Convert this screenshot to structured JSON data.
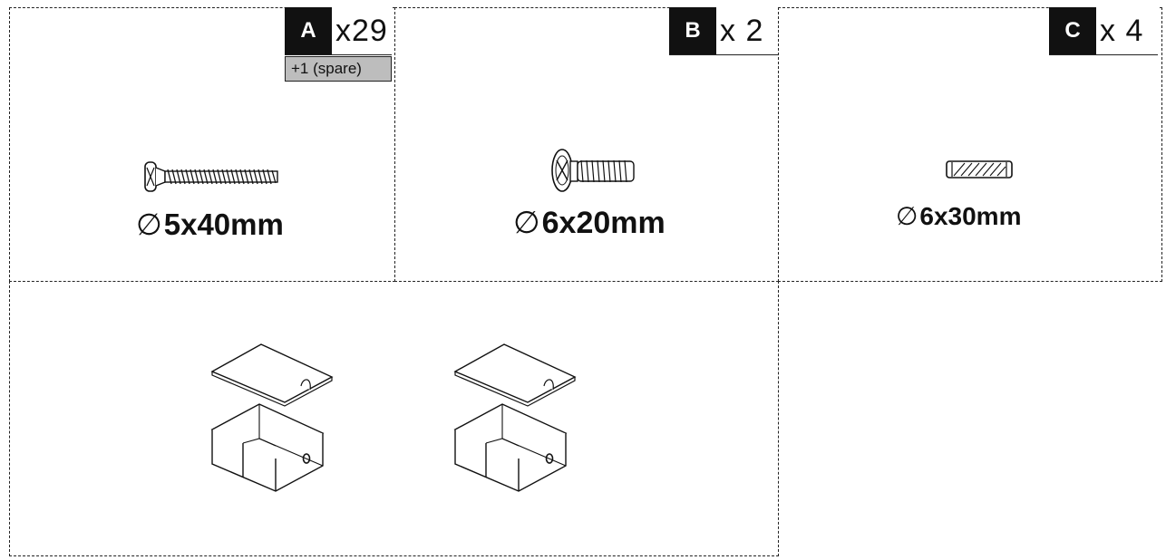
{
  "parts": [
    {
      "letter": "A",
      "quantity": "x29",
      "spare": "+1  (spare)",
      "size": "5x40mm",
      "icon": "flat-head-screw-icon"
    },
    {
      "letter": "B",
      "quantity": "x 2",
      "size": "6x20mm",
      "icon": "pan-head-screw-icon"
    },
    {
      "letter": "C",
      "quantity": "x 4",
      "size": "6x30mm",
      "icon": "wooden-dowel-icon"
    }
  ],
  "diameter_symbol": "∅",
  "illustration": {
    "icon": "box-with-lid-icon",
    "count_shown": 2
  }
}
